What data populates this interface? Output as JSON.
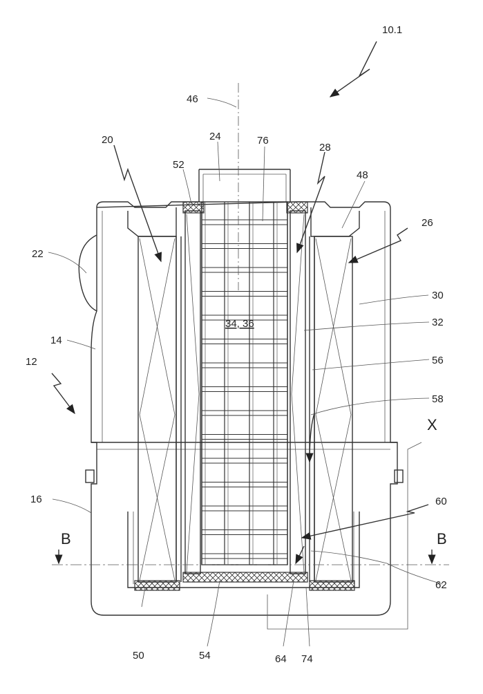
{
  "figure": {
    "reference_numerals": [
      "10.1",
      "46",
      "24",
      "76",
      "28",
      "48",
      "52",
      "20",
      "26",
      "22",
      "30",
      "34, 36",
      "32",
      "14",
      "56",
      "12",
      "58",
      "X",
      "16",
      "60",
      "B",
      "B",
      "62",
      "50",
      "54",
      "64",
      "74"
    ],
    "underlined_label": "34, 36"
  }
}
